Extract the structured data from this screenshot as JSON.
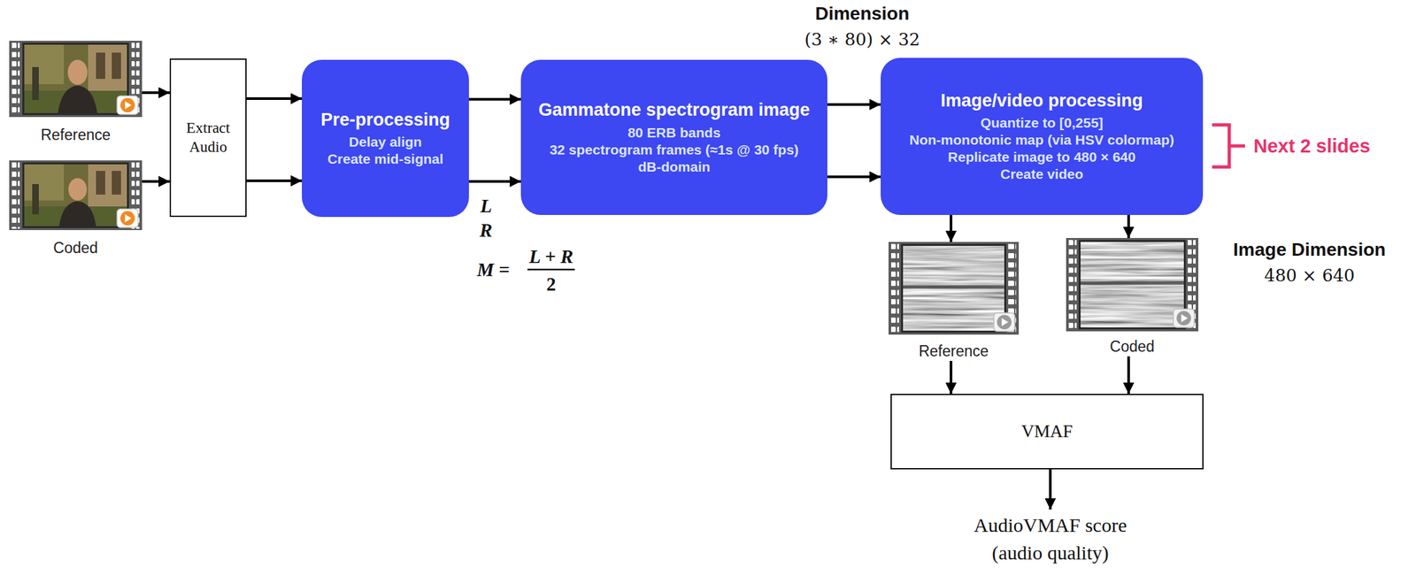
{
  "diagram": {
    "nodes": [
      {
        "text": [
          "Reference"
        ]
      },
      {
        "text": [
          "Coded"
        ]
      },
      {
        "text": [
          "Extract Audio"
        ]
      },
      {
        "text": [
          "Pre-processing",
          "Delay align",
          "Create mid-signal"
        ]
      },
      {
        "text": [
          "Gammatone spectrogram image",
          "80 ERB bands",
          "32 spectrogram frames (≈1s @ 30 fps)",
          "dB-domain"
        ]
      },
      {
        "text": [
          "Image/video processing",
          "Quantize to [0,255]",
          "Non-monotonic map (via HSV colormap)",
          "Replicate image to 480 × 640",
          "Create video"
        ]
      },
      {
        "text": [
          "Reference"
        ]
      },
      {
        "text": [
          "Coded"
        ]
      },
      {
        "text": [
          "VMAF"
        ]
      },
      {
        "text": [
          "AudioVMAF score",
          "(audio quality)"
        ]
      }
    ],
    "edges": [
      {
        "from": 0,
        "to": 2,
        "arrow": "to"
      },
      {
        "from": 1,
        "to": 2,
        "arrow": "to"
      },
      {
        "from": 2,
        "to": 3,
        "arrow": "to"
      },
      {
        "from": 2,
        "to": 3,
        "arrow": "to"
      },
      {
        "from": 3,
        "to": 4,
        "arrow": "to"
      },
      {
        "from": 3,
        "to": 4,
        "arrow": "to"
      },
      {
        "from": 4,
        "to": 5,
        "arrow": "to"
      },
      {
        "from": 4,
        "to": 5,
        "arrow": "to"
      },
      {
        "from": 5,
        "to": 6,
        "arrow": "to"
      },
      {
        "from": 5,
        "to": 7,
        "arrow": "to"
      },
      {
        "from": 6,
        "to": 8,
        "arrow": "to"
      },
      {
        "from": 7,
        "to": 8,
        "arrow": "to"
      },
      {
        "from": 8,
        "to": 9,
        "arrow": "to"
      }
    ],
    "labels": [
      "Dimension",
      "(3 ∗ 80) × 32",
      "L",
      "R",
      "M =",
      "L + R",
      "2",
      "Next 2 slides",
      "Image Dimension",
      "480 × 640"
    ]
  }
}
